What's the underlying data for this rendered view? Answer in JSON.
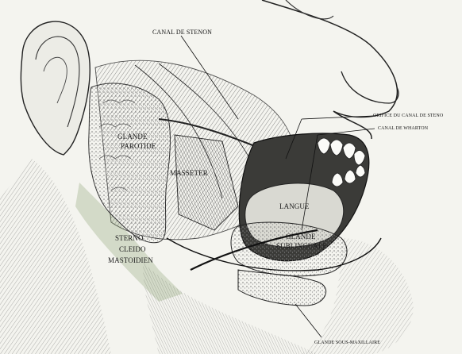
{
  "labels": {
    "canal_stenon": "CANAL DE STENON",
    "orifice_stenon": "ORIFICE DU CANAL DE STENO",
    "canal_wharton": "CANAL DE WHARTON",
    "glande": "GLANDE",
    "parotide": "PAROTIDE",
    "masseter": "MASSETER",
    "langue": "LANGUE",
    "glande_sub_1": "GLANDE",
    "glande_sub_2": "SUBLINGUALE",
    "sterno": "STERNO",
    "cleido": "CLEIDO",
    "mastoidien": "MASTOIDIEN",
    "glande_sous_maxillaire": "GLANDE SOUS-MAXILLAIRE"
  },
  "colors": {
    "ink": "#1a1a1a",
    "muscle_green": "#6f8a52",
    "gland_gray": "#9a9a92",
    "paper": "#f4f4ef"
  }
}
